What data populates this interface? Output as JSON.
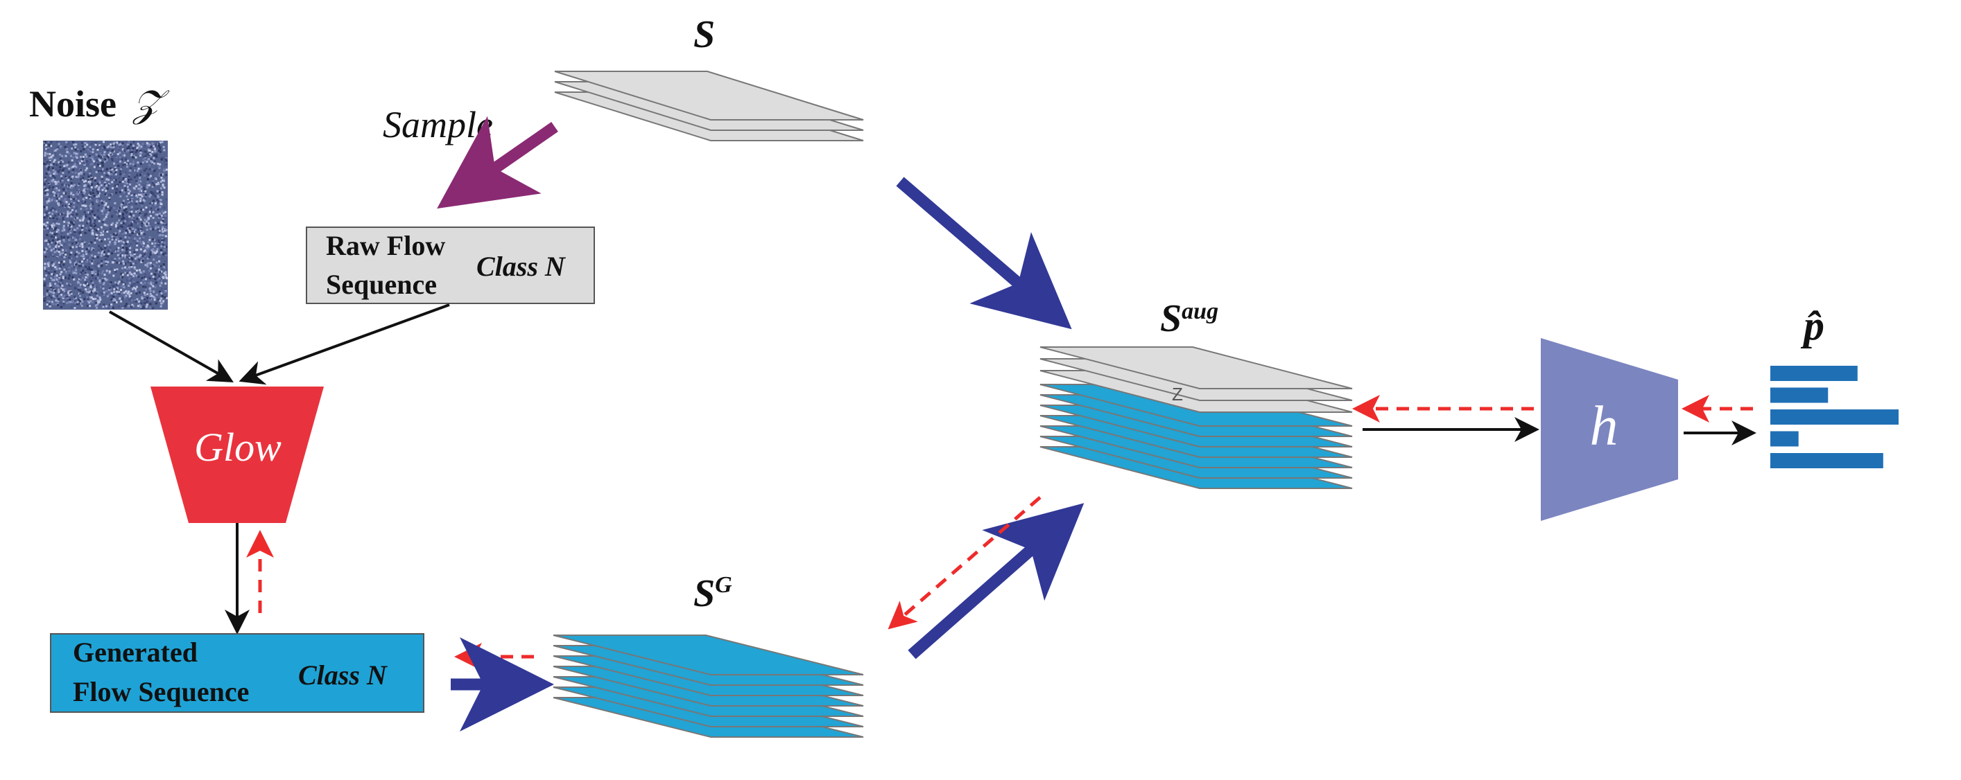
{
  "labels": {
    "noise": "Noise",
    "noise_symbol": "𝒵",
    "sample": "Sample",
    "raw_flow_line1": "Raw Flow",
    "raw_flow_line2": "Sequence",
    "raw_class": "Class N",
    "glow": "Glow",
    "gen_flow_line1": "Generated",
    "gen_flow_line2": "Flow Sequence",
    "gen_class": "Class N",
    "s_real": "S",
    "s_gen_base": "S",
    "s_gen_sup": "G",
    "s_aug_base": "S",
    "s_aug_sup": "aug",
    "model": "h",
    "output": "p̂",
    "stack_mark": "Z"
  },
  "colors": {
    "blue_arrow": "#313896",
    "purple_arrow": "#8a2a73",
    "red_dashed": "#ee2b2b",
    "black_arrow": "#111111",
    "glow_fill": "#e8333e",
    "generated_fill": "#1fa3d6",
    "raw_fill": "#dcdcdc",
    "sheet_gray": "#dddddd",
    "sheet_blue": "#22a4d4",
    "model_fill": "#7b85c0",
    "output_bars": "#1f6fb5",
    "noise_base": "#55638f"
  },
  "output_bars": [
    0.68,
    0.45,
    1.0,
    0.22,
    0.88
  ]
}
